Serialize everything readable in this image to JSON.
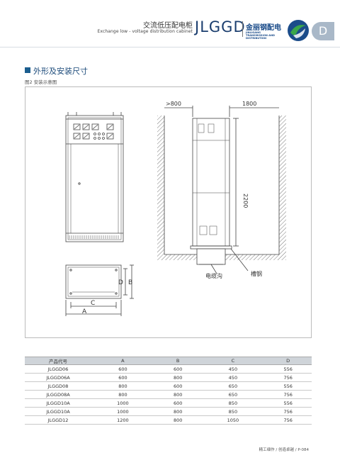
{
  "header": {
    "title_cn": "交流低压配电柜",
    "title_en": "Exchange low - voltage distribution cabinet",
    "model": "JLGGD",
    "brand_cn": "金丽钢配电",
    "brand_en": "JINLIGANG TRANSMISSION AND DISTRIBUTION",
    "section_letter": "D"
  },
  "section": {
    "title": "外形及安装尺寸",
    "figure_caption": "图2 安装示意图"
  },
  "drawing": {
    "front": {
      "dim_d": "D",
      "dim_b": "B",
      "dim_c": "C",
      "dim_a": "A"
    },
    "side": {
      "dim_gap": ">800",
      "dim_depth": "1800",
      "dim_height": "2200",
      "label_cable_trench": "电缆沟",
      "label_channel_steel": "槽钢"
    }
  },
  "table": {
    "headers": [
      "产品代号",
      "A",
      "B",
      "C",
      "D"
    ],
    "rows": [
      [
        "JLGGD06",
        "600",
        "600",
        "450",
        "556"
      ],
      [
        "JLGGD06A",
        "600",
        "800",
        "450",
        "756"
      ],
      [
        "JLGGD08",
        "800",
        "600",
        "650",
        "556"
      ],
      [
        "JLGGD08A",
        "800",
        "800",
        "650",
        "756"
      ],
      [
        "JLGGD10A",
        "1000",
        "600",
        "850",
        "556"
      ],
      [
        "JLGGD10A",
        "1000",
        "800",
        "850",
        "756"
      ],
      [
        "JLGGD12",
        "1200",
        "800",
        "1050",
        "756"
      ]
    ]
  },
  "footer": {
    "text": "精工细作 / 创造卓越 /",
    "page": "P-084"
  },
  "colors": {
    "brand_blue": "#1b4c8a",
    "badge": "#a9b8c8",
    "table_header": "#cfd4d9"
  }
}
